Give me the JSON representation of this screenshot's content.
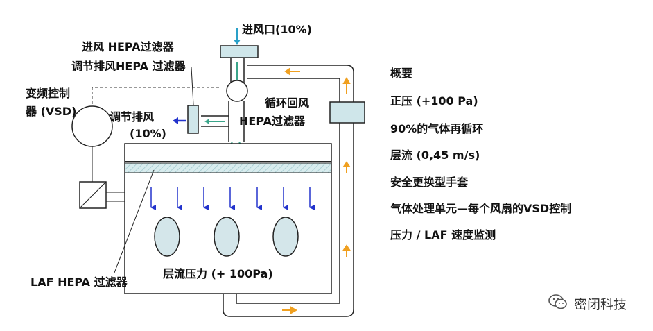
{
  "labels": {
    "inlet": "进风口(10%)",
    "intake_filter": "进风 HEPA过滤器",
    "exhaust_filter": "调节排风HEPA 过滤器",
    "vsd": [
      "变频控制",
      "器 (VSD)"
    ],
    "exhaust": [
      "调节排风",
      "(10%)"
    ],
    "recirc_filter": [
      "循环回风",
      "HEPA过滤器"
    ],
    "laf_filter": "LAF HEPA 过滤器",
    "laminar_pressure": "层流压力 (+ 100Pa)"
  },
  "summary": [
    "概要",
    "正压 (+100 Pa)",
    "90%的气体再循环",
    "层流 (0,45 m/s)",
    "安全更换型手套",
    "气体处理单元—每个风扇的VSD控制",
    "压力 / LAF 速度监测"
  ],
  "watermark": "密闭科技",
  "colors": {
    "airflow_down": "#2233cc",
    "recirc_arrow": "#f0a020",
    "filter_fill": "#cfe6ea",
    "glove_fill": "#d4e6ea",
    "fan_arrow": "#3aa58a"
  }
}
